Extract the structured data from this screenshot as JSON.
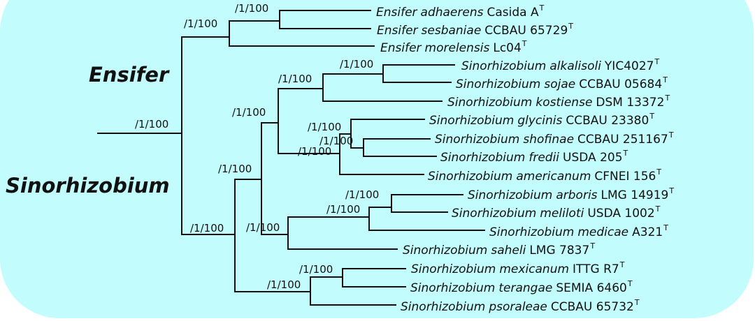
{
  "colors": {
    "panel_background": "#c2fcfc",
    "line": "#111111"
  },
  "clade_labels": {
    "ensifer": "Ensifer",
    "sinorhizobium": "Sinorhizobium"
  },
  "support_values": {
    "root": "/1/100",
    "ensifer_clade": "/1/100",
    "adhaerens_sesbaniae": "/1/100",
    "sinorhizobium_clade": "/1/100",
    "sino_main": "/1/100",
    "sino_upper": "/1/100",
    "sino_top": "/1/100",
    "alkalisoli_sojae": "/1/100",
    "glycinis_group": "/1/100",
    "glycinis_node": "/1/100",
    "shofinae_fredii": "/1/100",
    "meliloti_group": "/1/100",
    "meliloti_sub": "/1/100",
    "arboris_meliloti": "/1/100",
    "psoraleae_group": "/1/100",
    "mexicanum_terangae": "/1/100"
  },
  "taxa": [
    {
      "genus": "Ensifer",
      "species": "adhaerens",
      "strain": "Casida A",
      "sup": "T"
    },
    {
      "genus": "Ensifer",
      "species": "sesbaniae",
      "strain": "CCBAU 65729",
      "sup": "T"
    },
    {
      "genus": "Ensifer",
      "species": "morelensis",
      "strain": "Lc04",
      "sup": "T"
    },
    {
      "genus": "Sinorhizobium",
      "species": "alkalisoli",
      "strain": "YIC4027",
      "sup": "T"
    },
    {
      "genus": "Sinorhizobium",
      "species": "sojae",
      "strain": "CCBAU 05684",
      "sup": "T"
    },
    {
      "genus": "Sinorhizobium",
      "species": "kostiense",
      "strain": "DSM 13372",
      "sup": "T"
    },
    {
      "genus": "Sinorhizobium",
      "species": "glycinis",
      "strain": "CCBAU 23380",
      "sup": "T"
    },
    {
      "genus": "Sinorhizobium",
      "species": "shofinae",
      "strain": "CCBAU 251167",
      "sup": "T"
    },
    {
      "genus": "Sinorhizobium",
      "species": "fredii",
      "strain": "USDA 205",
      "sup": "T"
    },
    {
      "genus": "Sinorhizobium",
      "species": "americanum",
      "strain": "CFNEI 156",
      "sup": "T"
    },
    {
      "genus": "Sinorhizobium",
      "species": "arboris",
      "strain": "LMG 14919",
      "sup": "T"
    },
    {
      "genus": "Sinorhizobium",
      "species": "meliloti",
      "strain": "USDA 1002",
      "sup": "T"
    },
    {
      "genus": "Sinorhizobium",
      "species": "medicae",
      "strain": "A321",
      "sup": "T"
    },
    {
      "genus": "Sinorhizobium",
      "species": "saheli",
      "strain": "LMG 7837",
      "sup": "T"
    },
    {
      "genus": "Sinorhizobium",
      "species": "mexicanum",
      "strain": "ITTG R7",
      "sup": "T"
    },
    {
      "genus": "Sinorhizobium",
      "species": "terangae",
      "strain": "SEMIA 6460",
      "sup": "T"
    },
    {
      "genus": "Sinorhizobium",
      "species": "psoraleae",
      "strain": "CCBAU 65732",
      "sup": "T"
    }
  ]
}
